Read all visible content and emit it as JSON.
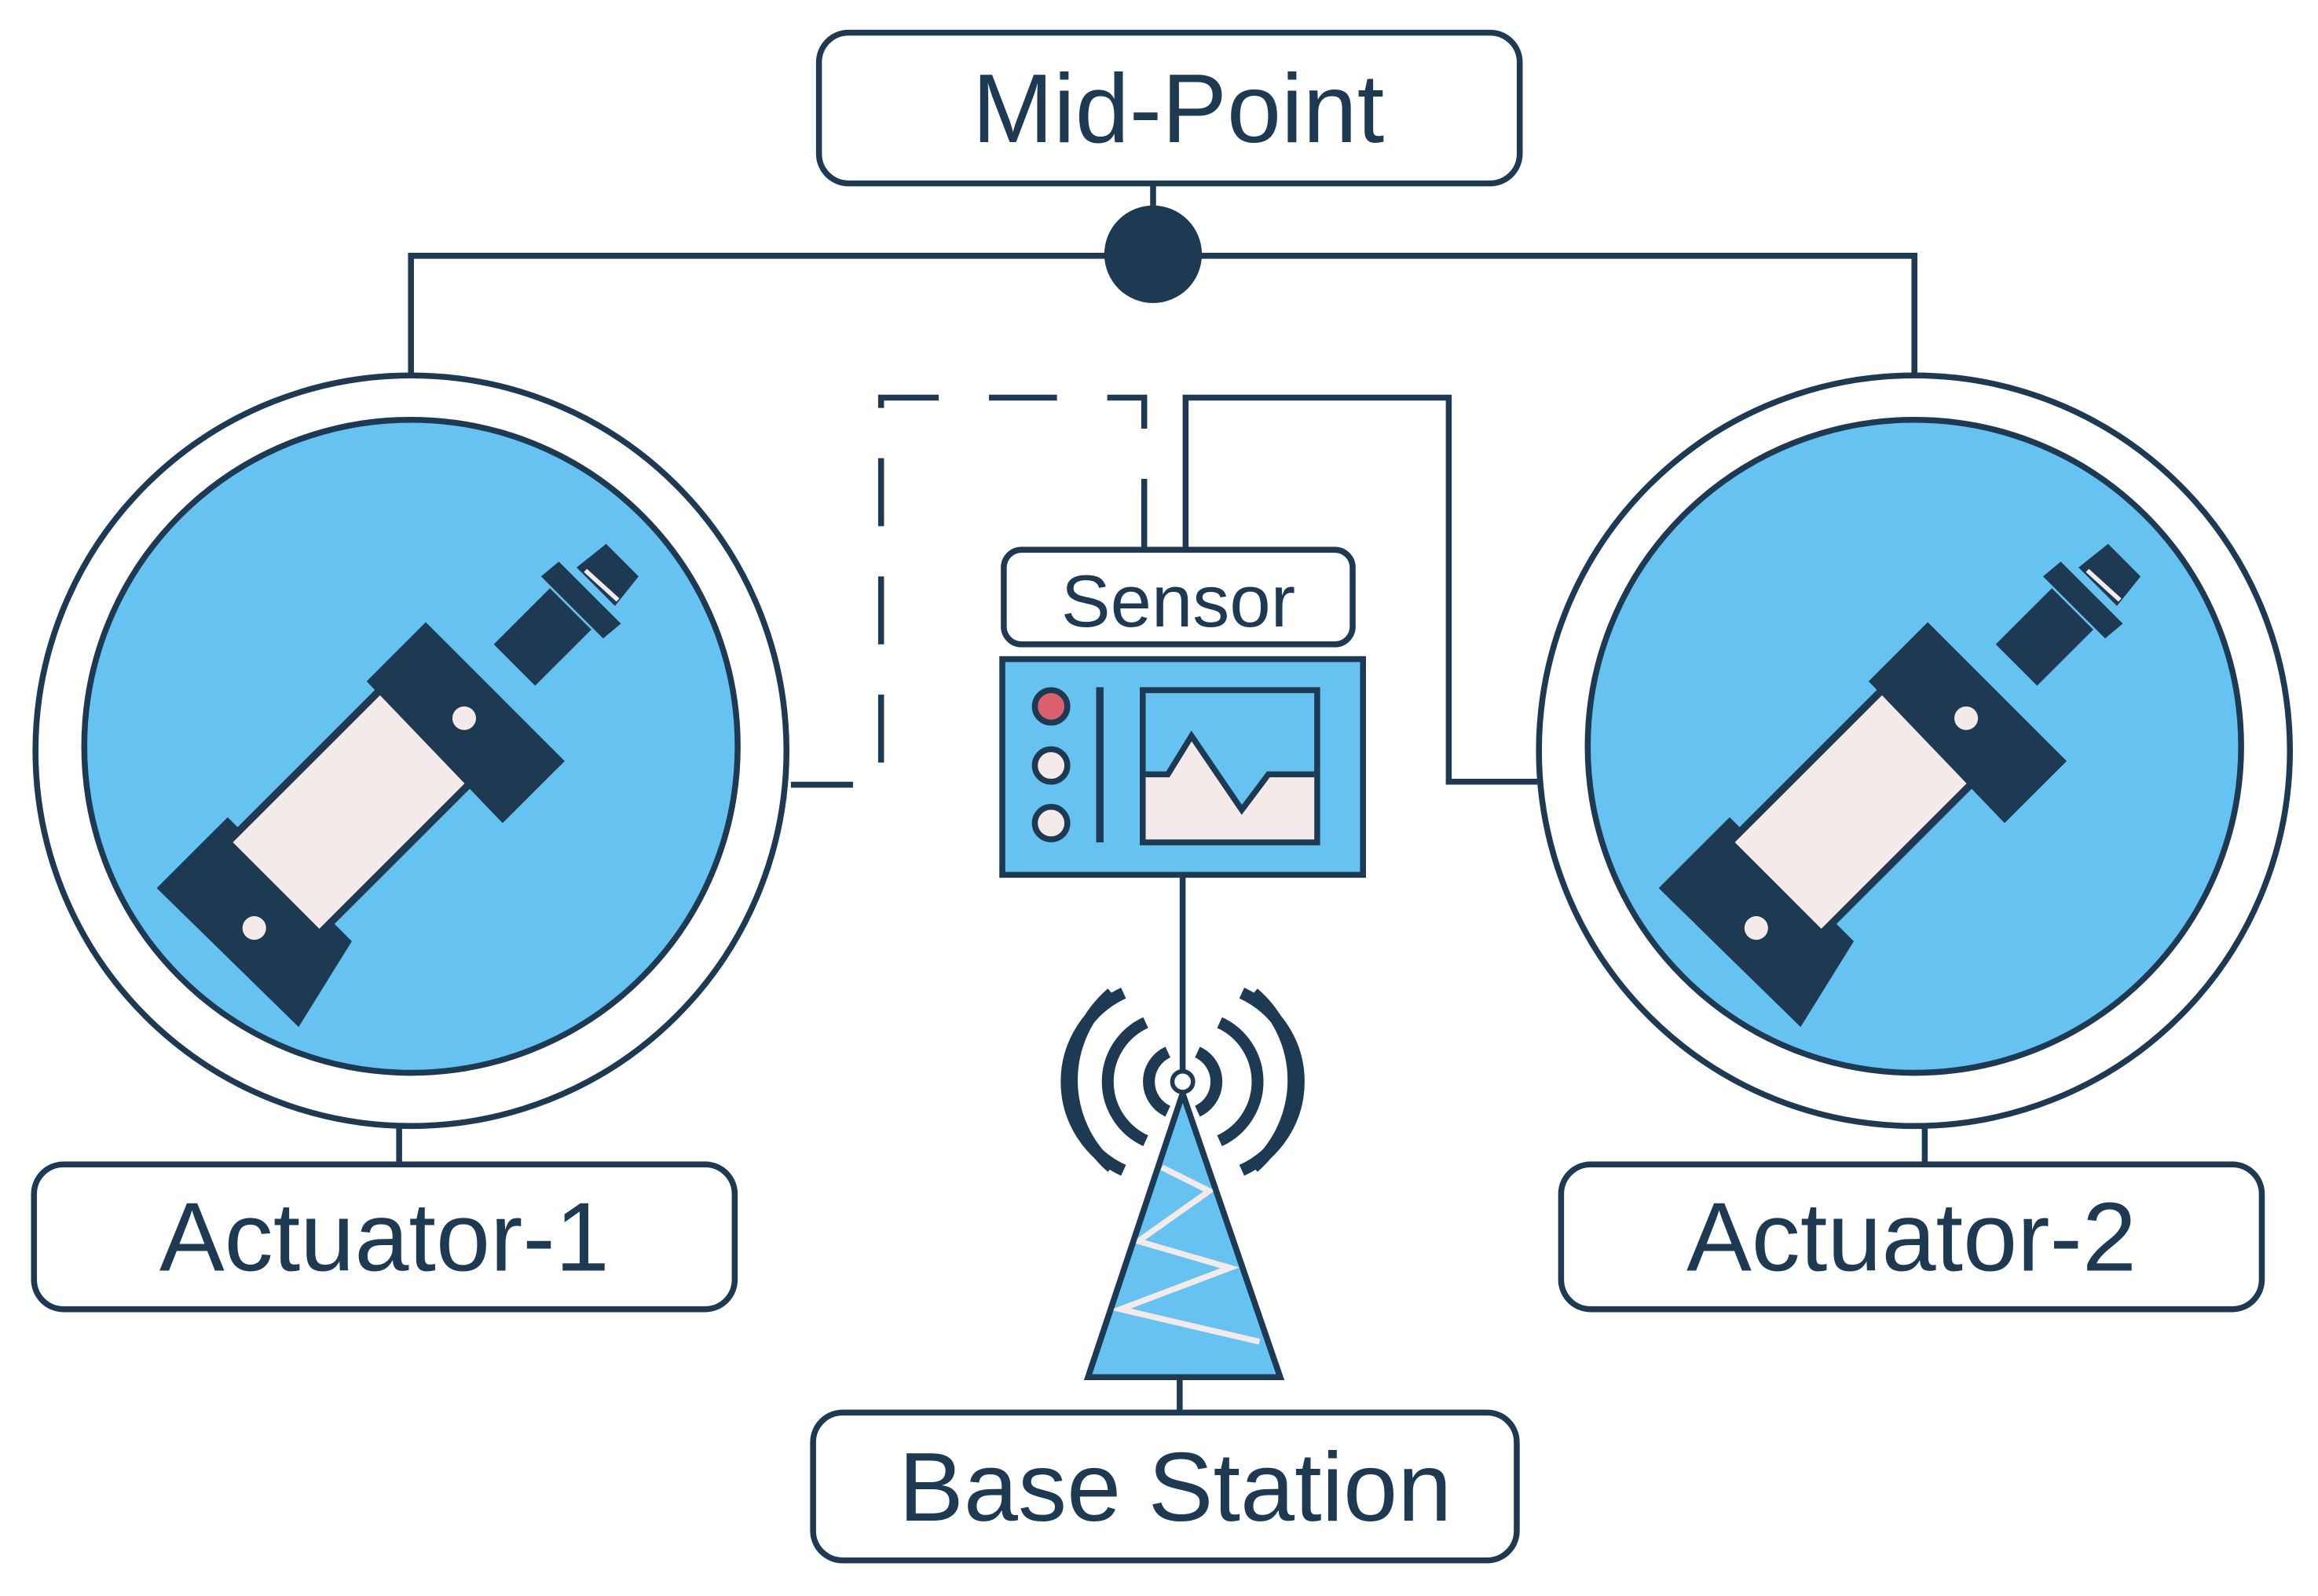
{
  "diagram": {
    "labels": {
      "mid_point": "Mid-Point",
      "sensor": "Sensor",
      "actuator_1": "Actuator-1",
      "actuator_2": "Actuator-2",
      "base_station": "Base Station"
    },
    "colors": {
      "stroke": "#1e3a52",
      "actuator_fill": "#66c3f1",
      "cylinder_body": "#f5eaea",
      "indicator_red": "#d9606c",
      "background": "#ffffff"
    },
    "icons": [
      "actuator-cylinder-icon",
      "sensor-monitor-icon",
      "antenna-tower-icon",
      "signal-waves-icon"
    ]
  }
}
